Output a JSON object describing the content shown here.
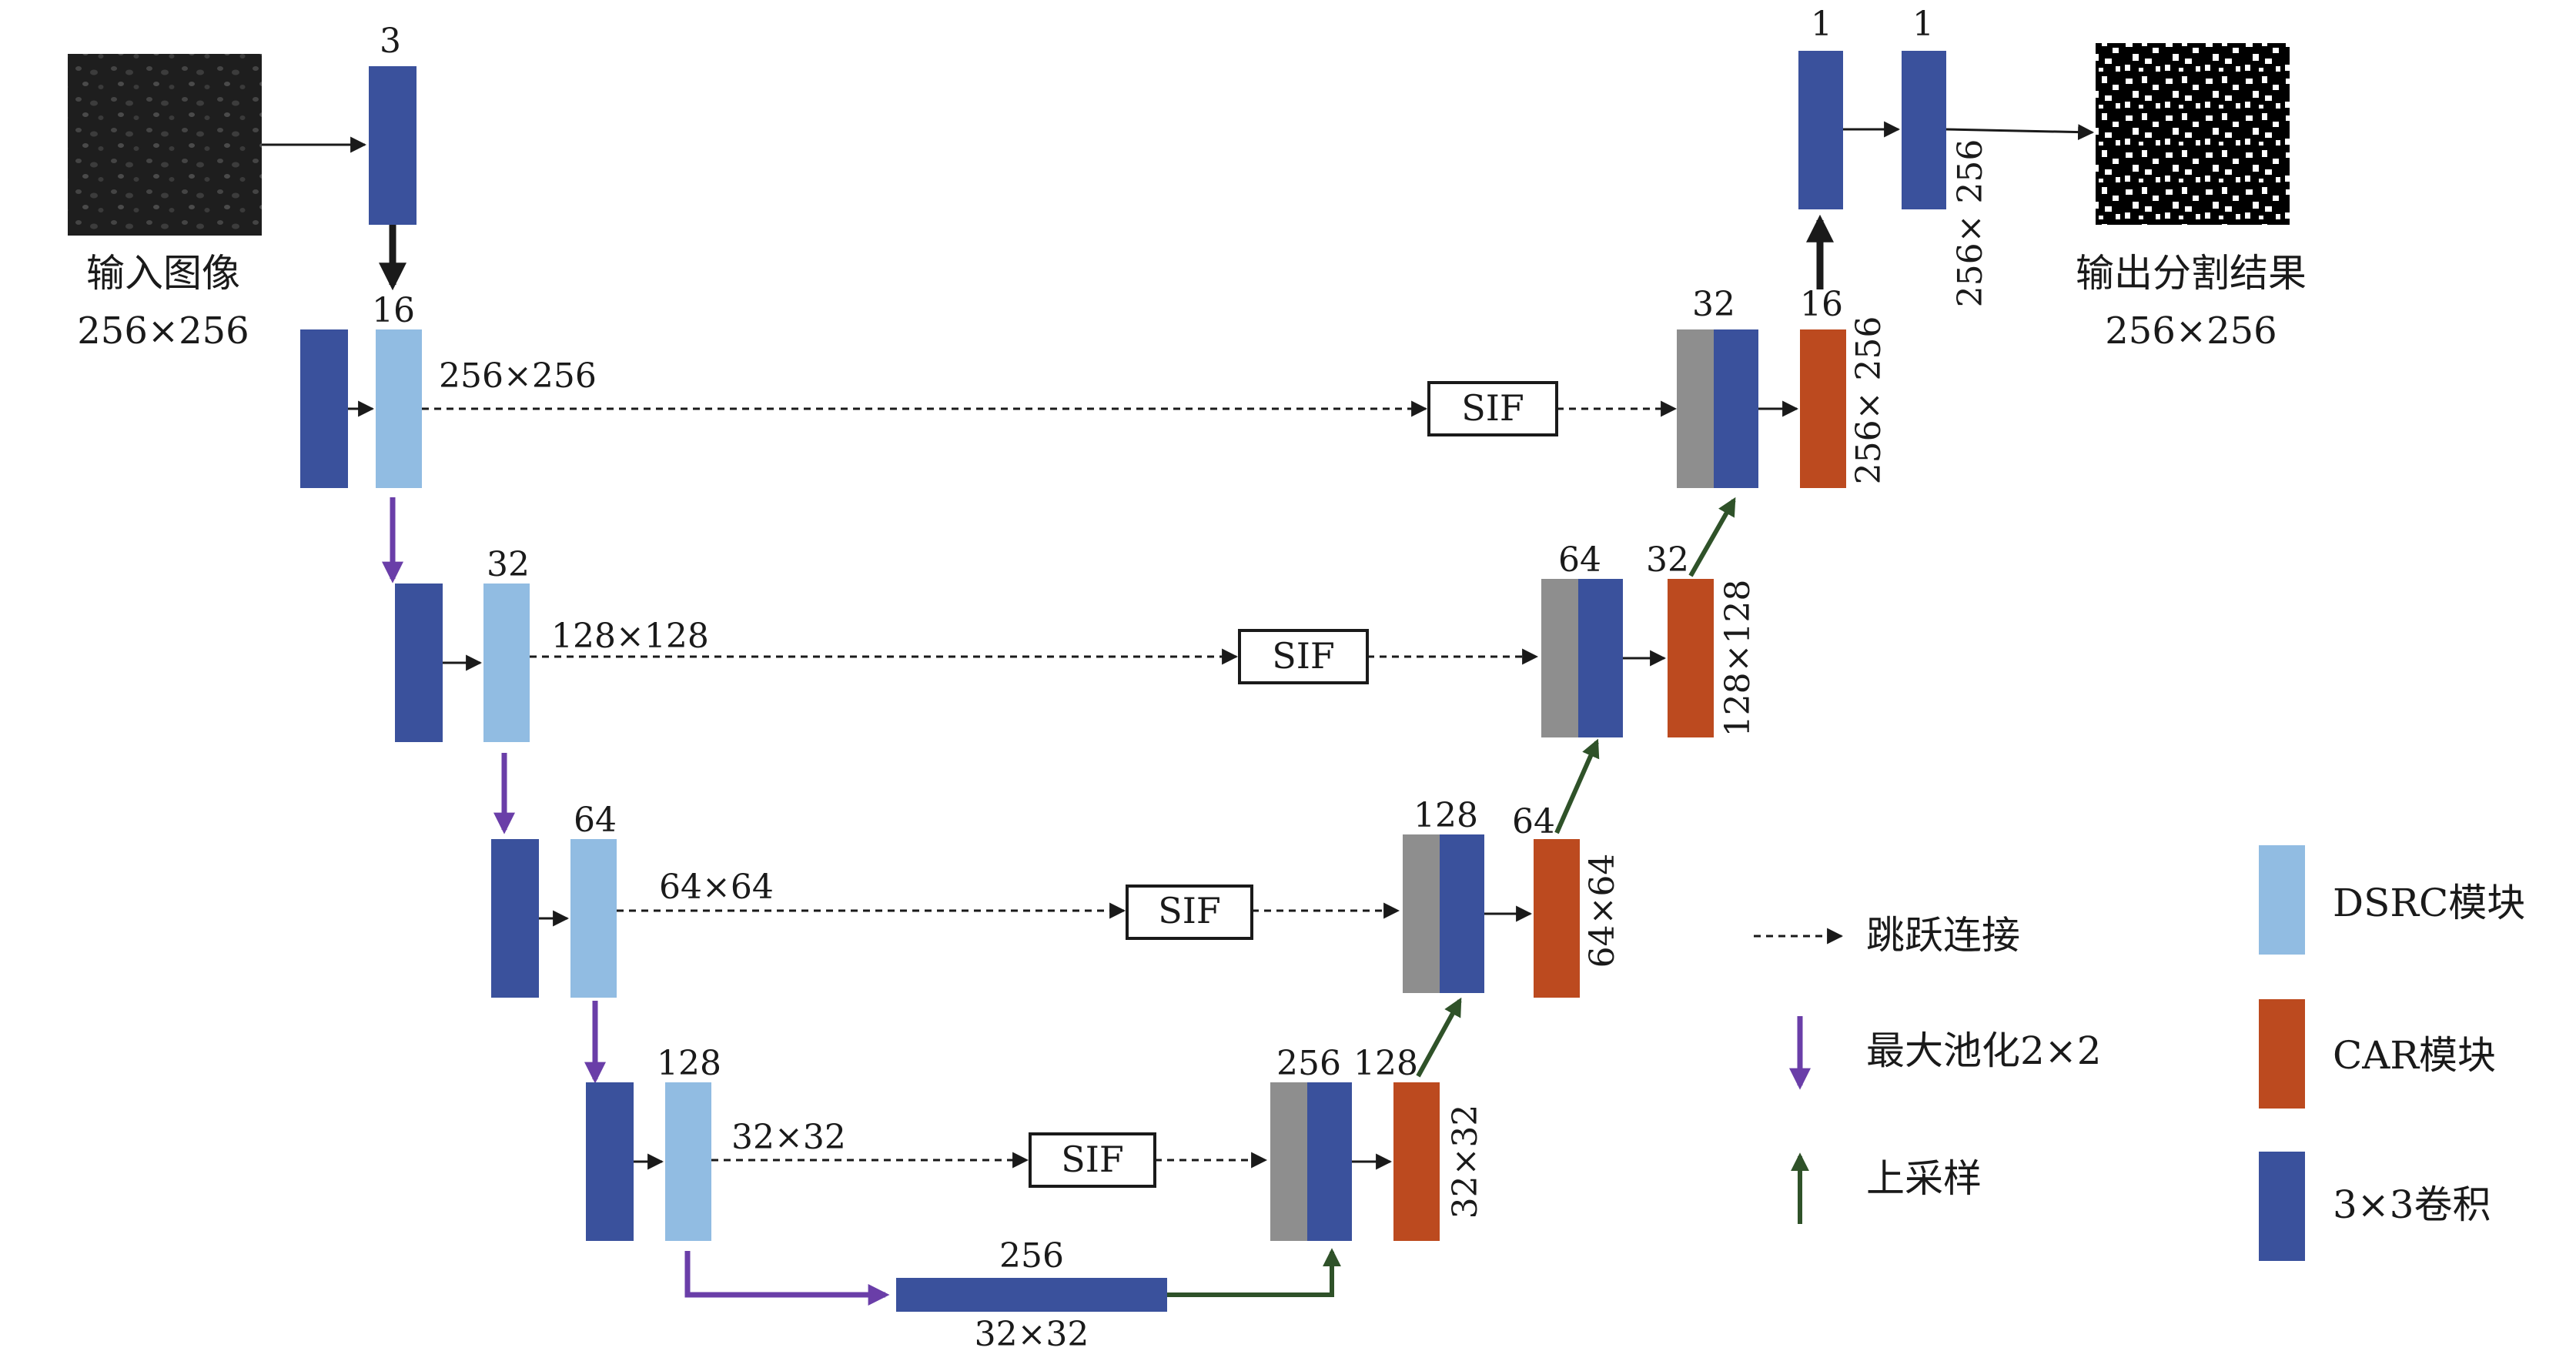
{
  "colors": {
    "conv": "#3a519c",
    "dsrc": "#91bce2",
    "car": "#bc4a1f",
    "concat": "#8e8e8e",
    "pool_arrow": "#6a3ea8",
    "up_arrow": "#2f5229"
  },
  "input": {
    "label": "输入图像",
    "size": "256×256"
  },
  "output": {
    "label": "输出分割结果",
    "size": "256×256"
  },
  "encoder": {
    "l0": {
      "ch": "3"
    },
    "l1": {
      "ch": "16",
      "dim": "256×256"
    },
    "l2": {
      "ch": "32",
      "dim": "128×128"
    },
    "l3": {
      "ch": "64",
      "dim": "64×64"
    },
    "l4": {
      "ch": "128",
      "dim": "32×32"
    }
  },
  "bottleneck": {
    "ch": "256",
    "dim": "32×32"
  },
  "sif": {
    "label": "SIF"
  },
  "decoder": {
    "d4": {
      "concat_ch": "256",
      "car_ch": "128",
      "dim": "32×32"
    },
    "d3": {
      "concat_ch": "128",
      "car_ch": "64",
      "dim": "64×64"
    },
    "d2": {
      "concat_ch": "64",
      "car_ch": "32",
      "dim": "128×128"
    },
    "d1": {
      "concat_ch": "32",
      "car_ch": "16",
      "dim": "256× 256"
    },
    "out": {
      "ch_a": "1",
      "ch_b": "1",
      "dim": "256× 256"
    }
  },
  "legend": {
    "skip": "跳跃连接",
    "pool": "最大池化2×2",
    "up": "上采样",
    "dsrc": "DSRC模块",
    "car": "CAR模块",
    "conv": "3×3卷积"
  }
}
